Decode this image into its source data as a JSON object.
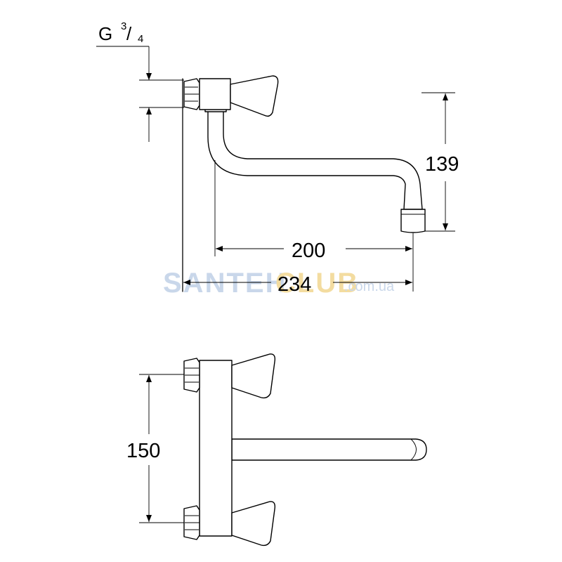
{
  "thread": {
    "prefix": "G",
    "numerator": "3",
    "denominator": "4"
  },
  "dimensions": {
    "height": "139",
    "spout_reach": "200",
    "overall_reach": "234",
    "center_distance": "150"
  },
  "watermark": {
    "part1": "SANTEH",
    "part2": "CLUB",
    "suffix": ".com.ua"
  },
  "colors": {
    "line": "#000000",
    "watermark_blue": "#c9d7ea",
    "watermark_yellow": "#f3dca0",
    "background": "#ffffff"
  }
}
